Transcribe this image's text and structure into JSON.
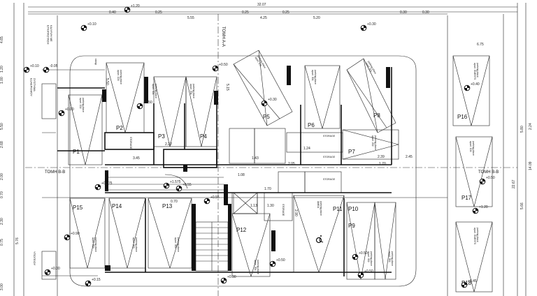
{
  "overall_dimension": "32.07",
  "section_labels": {
    "a": "TOMH A-A",
    "b_left": "TOMH B-B",
    "b_right": "TOMH B-B"
  },
  "parking_spaces": [
    {
      "id": "P1",
      "area": "parking place\naparl. 102"
    },
    {
      "id": "P2",
      "area": "parking place\naparl. 103"
    },
    {
      "id": "P3",
      "area": "parking place\naparl. 401"
    },
    {
      "id": "P4",
      "area": "parking place\naparl. 201"
    },
    {
      "id": "P5",
      "area": "parking place\naparl. 101"
    },
    {
      "id": "P6",
      "area": "parking place\naparl. 301"
    },
    {
      "id": "P7",
      "area": "parking place\naparl. 202"
    },
    {
      "id": "P8",
      "area": "parking place\naparl. 501"
    },
    {
      "id": "P9",
      "area": "parking place\naparl. 402"
    },
    {
      "id": "P10",
      "area": "parking place\naparl. 302"
    },
    {
      "id": "P11",
      "area": "parking place\nΑΜΕΑ"
    },
    {
      "id": "P12",
      "area": "parking place\naparl. 304"
    },
    {
      "id": "P13",
      "area": "parking place\naparl. 304"
    },
    {
      "id": "P14",
      "area": "parking place\naparl. 303"
    },
    {
      "id": "P15",
      "area": "parking place\naparl. 203"
    },
    {
      "id": "P16",
      "area": "parking place\naparl. GUESTS"
    },
    {
      "id": "P17",
      "area": "parking place\naparl. 104"
    },
    {
      "id": "P18",
      "area": "parking place\naparl. GUESTS"
    }
  ],
  "storage_labels": [
    "STORAGE",
    "STORAGE",
    "STORAGE",
    "STORAGE",
    "STORAGE"
  ],
  "level_marks": [
    "+0.10",
    "+1.20",
    "+0.30",
    "+0.00",
    "-0.05",
    "+0.30",
    "+0.50",
    "+0.50",
    "+0.40",
    "+0.50",
    "+1.20",
    "+0.45",
    "+0.55",
    "+1.575",
    "+0.375",
    "+0.55",
    "+0.50",
    "+0.30",
    "+0.50",
    "+0.50",
    "+0.15",
    "+0.90",
    "+0.30",
    "+0.10"
  ],
  "top_dims": [
    "0.40",
    "0.25",
    "5.55",
    "0.25",
    "4.25",
    "0.25",
    "5.20",
    "0.30",
    "0.30",
    "6.75"
  ],
  "left_dims": [
    "4.65",
    "1.20",
    "1.00",
    "5.50",
    "2.68",
    "2.00",
    "0.70",
    "2.30",
    "0.75",
    "5.76",
    "3.00"
  ],
  "right_dims": [
    "2.24",
    "5.80",
    "22.67",
    "5.66",
    "14.09"
  ],
  "inner_dims": [
    "5.50",
    "2.22",
    "3.45",
    "5.15",
    "1.43",
    "1.70",
    "1.08",
    "1.30",
    "2.05",
    "1.24",
    "2.90",
    "1.13",
    "0.70",
    "2.39",
    "1.70",
    "2.45"
  ],
  "left_notes": [
    "ΚΑΛΥΨΗ ΜΕ\nΕΓΚΑΤΑΣΤΑΣΗ",
    "ΣΥΣΤΗΜΑ\nΕΞΑΕΡΙΣΜΟΥ",
    "ΥΠΟΓΕΙΟΥ"
  ],
  "ramp_note": "ramp",
  "colors": {
    "line": "#111111",
    "background": "#ffffff"
  }
}
